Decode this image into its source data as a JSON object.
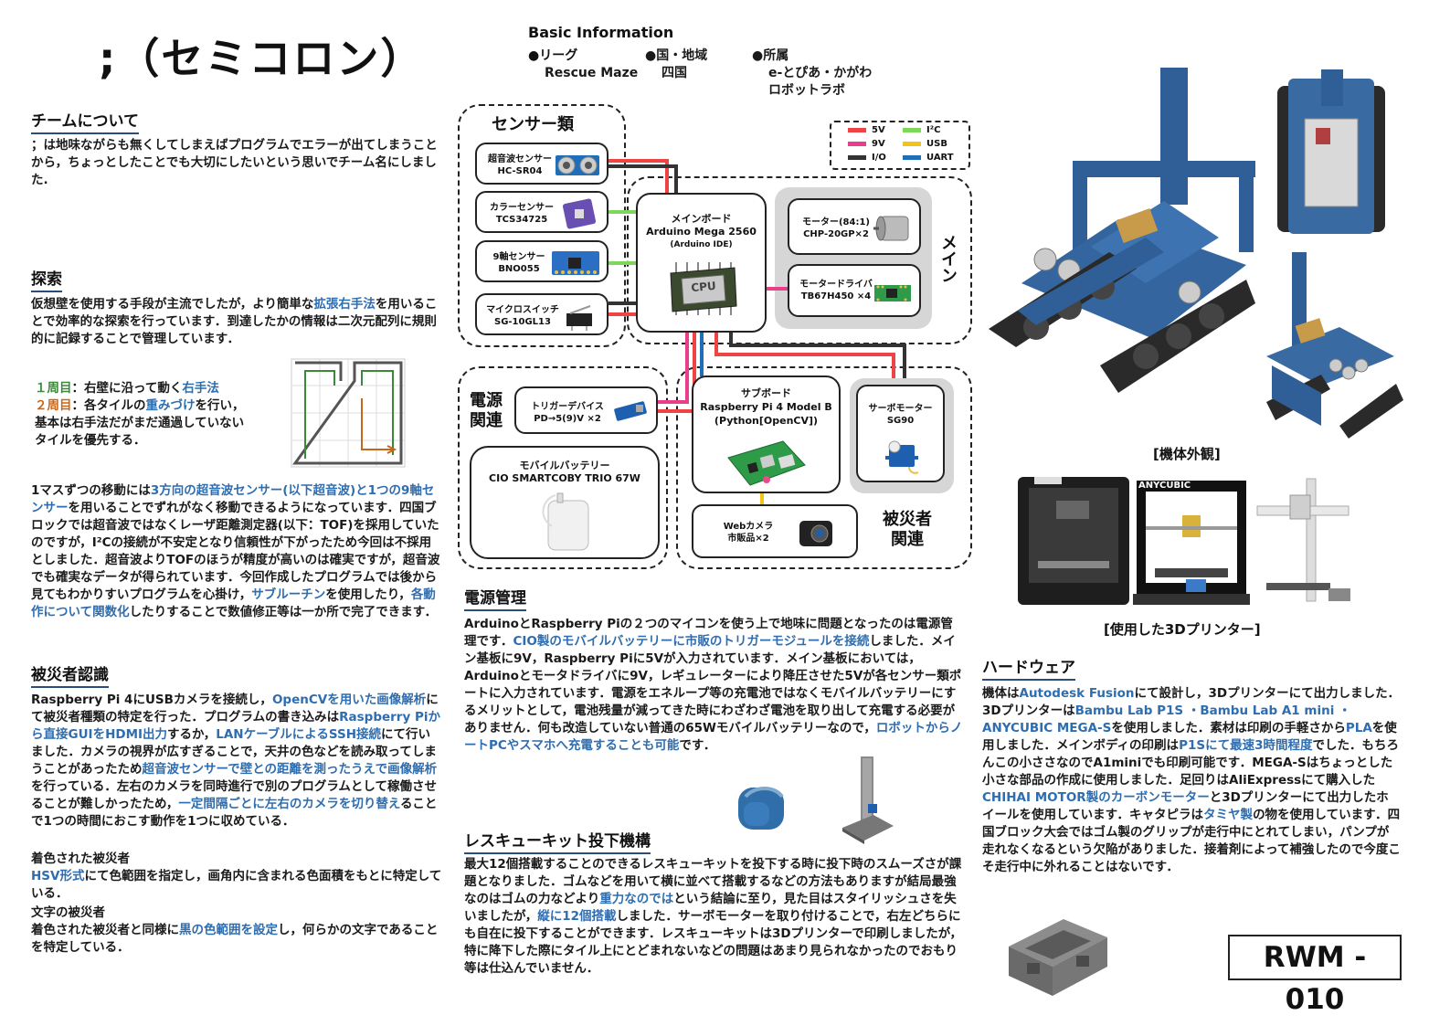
{
  "title": ";（セミコロン）",
  "basic_info": {
    "heading": "Basic Information",
    "league_label": "●リーグ",
    "league_value": "Rescue Maze",
    "region_label": "●国・地域",
    "region_value": "四国",
    "org_label": "●所属",
    "org_value_1": "e-とぴあ・かがわ",
    "org_value_2": "ロボットラボ"
  },
  "team": {
    "heading": "チームについて",
    "text": "；は地味ながらも無くしてしまえばプログラムでエラーが出てしまうことから，ちょっとしたことでも大切にしたいという思いでチーム名にしました."
  },
  "explore": {
    "heading": "探索",
    "p1_a": "仮想壁を使用する手段が主流でしたが，より簡単な",
    "p1_b": "拡張右手法",
    "p1_c": "を用いることで効率的な探索を行っています．到達したかの情報は二次元配列に規則的に記録することで管理しています．",
    "lap1_label": "１周目",
    "lap1_a": "：右壁に沿って動く",
    "lap1_b": "右手法",
    "lap2_label": "２周目",
    "lap2_a": "：各タイルの",
    "lap2_b": "重みづけ",
    "lap2_c": "を行い，基本は右手法だがまだ通過していないタイルを優先する．",
    "p2_a": "1マスずつの移動には",
    "p2_b": "3方向の超音波センサー(以下超音波)と1つの9軸センサー",
    "p2_c": "を用いることでずれがなく移動できるようになっています．四国ブロックでは超音波ではなくレーザ距離測定器(以下：TOF)を採用していたのですが，I²Cの接続が不安定となり信頼性が下がったため今回は不採用としました．超音波よりTOFのほうが精度が高いのは確実ですが，超音波でも確実なデータが得られています．今回作成したプログラムでは後から見てもわかりすいプログラムを心掛け，",
    "p2_d": "サブルーチン",
    "p2_e": "を使用したり，",
    "p2_f": "各動作について関数化",
    "p2_g": "したりすることで数値修正等は一か所で完了できます．"
  },
  "victim": {
    "heading": "被災者認識",
    "p_a": "Raspberry Pi 4にUSBカメラを接続し，",
    "p_b": "OpenCVを用いた画像解析",
    "p_c": "にて被災者種類の特定を行った．プログラムの書き込みは",
    "p_d": "Raspberry Piから直接GUIをHDMI出力",
    "p_e": "するか，",
    "p_f": "LANケーブルによるSSH接続",
    "p_g": "にて行いました．カメラの視界が広すぎることで，天井の色などを読み取ってしまうことがあったため",
    "p_h": "超音波センサーで壁との距離を測ったうえで画像解析",
    "p_i": "を行っている．左右のカメラを同時進行で別のプログラムとして稼働させることが難しかったため，",
    "p_j": "一定間隔ごとに左右のカメラを切り替え",
    "p_k": "ることで1つの時間におこす動作を1つに収めている．",
    "color_title": "着色された被災者",
    "color_a": "HSV形式",
    "color_b": "にて色範囲を指定し，画角内に含まれる色面積をもとに特定している．",
    "letter_title": "文字の被災者",
    "letter_a": "着色された被災者と同様に",
    "letter_b": "黒の色範囲を設定",
    "letter_c": "し，何らかの文字であることを特定している．"
  },
  "diagram": {
    "sensor_group": "センサー類",
    "main_group": "メイン",
    "power_group_1": "電源",
    "power_group_2": "関連",
    "victim_group_1": "被災者",
    "victim_group_2": "関連",
    "ultrasonic_1": "超音波センサー",
    "ultrasonic_2": "HC-SR04",
    "color_1": "カラーセンサー",
    "color_2": "TCS34725",
    "imu_1": "9軸センサー",
    "imu_2": "BNO055",
    "switch_1": "マイクロスイッチ",
    "switch_2": "SG-10GL13",
    "mainboard_1": "メインボード",
    "mainboard_2": "Arduino Mega 2560",
    "mainboard_3": "(Arduino IDE)",
    "cpu_label": "CPU",
    "motor_1": "モーター(84:1)",
    "motor_2": "CHP-20GP×2",
    "driver_1": "モータードライバ",
    "driver_2": "TB67H450 ×4",
    "trigger_1": "トリガーデバイス",
    "trigger_2": "PD→5(9)V ×2",
    "battery_1": "モバイルバッテリー",
    "battery_2": "CIO SMARTCOBY TRIO 67W",
    "subboard_1": "サブボード",
    "subboard_2": "Raspberry Pi 4 Model B",
    "subboard_3": "(Python[OpenCV])",
    "servo_1": "サーボモーター",
    "servo_2": "SG90",
    "webcam_1": "Webカメラ",
    "webcam_2": "市販品×2",
    "legend": [
      {
        "label": "5V",
        "color": "#ee4444"
      },
      {
        "label": "I²C",
        "color": "#7ed65a"
      },
      {
        "label": "9V",
        "color": "#e83e8c"
      },
      {
        "label": "USB",
        "color": "#f2c418"
      },
      {
        "label": "I/O",
        "color": "#333333"
      },
      {
        "label": "UART",
        "color": "#1f6fb8"
      }
    ]
  },
  "power": {
    "heading": "電源管理",
    "p_a": "ArduinoとRaspberry Piの２つのマイコンを使う上で地味に問題となったのは電源管理です．",
    "p_b": "CIO製のモバイルバッテリーに市販のトリガーモジュールを接続",
    "p_c": "しました．メイン基板に9V，Raspberry Piに5Vが入力されています．メイン基板においては，Arduinoとモータドライバに9V，レギュレーターにより降圧させた5Vが各センサー類ポートに入力されています．電源をエネループ等の充電池ではなくモバイルバッテリーにするメリットとして，電池残量が減ってきた時にわざわざ電池を取り出して充電する必要がありません．何も改造していない普通の65Wモバイルバッテリーなので，",
    "p_d": "ロボットからノートPCやスマホへ充電することも可能",
    "p_e": "です．"
  },
  "rescue": {
    "heading": "レスキューキット投下機構",
    "p_a": "最大12個搭載することのできるレスキューキットを投下する時に投下時のスムーズさが課題となりました．ゴムなどを用いて横に並べて搭載するなどの方法もありますが結局最強なのはゴムの力などより",
    "p_b": "重力なのでは",
    "p_c": "という結論に至り，見た目はスタイリッシュさを失いましたが，",
    "p_d": "縦に12個搭載",
    "p_e": "しました．サーボモーターを取り付けることで，右左どちらにも自在に投下することができます．レスキューキットは3Dプリンターで印刷しましたが，特に降下した際にタイル上にとどまれないなどの問題はあまり見られなかったのでおもり等は仕込んでいません．"
  },
  "exterior_caption": "[機体外観]",
  "printer_caption": "[使用した3Dプリンター]",
  "printer_brand": "ANYCUBIC",
  "hardware": {
    "heading": "ハードウェア",
    "p_a": "機体は",
    "p_b": "Autodesk Fusion",
    "p_c": "にて設計し，3Dプリンターにて出力しました．3Dプリンターは",
    "p_d": "Bambu Lab P1S ・Bambu Lab A1 mini ・ANYCUBIC MEGA-S",
    "p_e": "を使用しました．素材は印刷の手軽さから",
    "p_f": "PLA",
    "p_g": "を使用しました．メインボディの印刷は",
    "p_h": "P1Sにて最速3時間程度",
    "p_i": "でした．もちろんこの小ささなのでA1miniでも印刷可能です．MEGA-Sはちょっとした小さな部品の作成に使用しました．足回りはAliExpressにて購入した",
    "p_j": "CHIHAI MOTOR製のカーボンモーター",
    "p_k": "と3Dプリンターにて出力したホイールを使用しています．キャタピラは",
    "p_l": "タミヤ製",
    "p_m": "の物を使用しています．四国ブロック大会ではゴム製のグリップが走行中にとれてしまい，パンプが走れなくなるという欠陥がありました．接着剤によって補強したので今度こそ走行中に外れることはないです．"
  },
  "team_id": "RWM - 010"
}
